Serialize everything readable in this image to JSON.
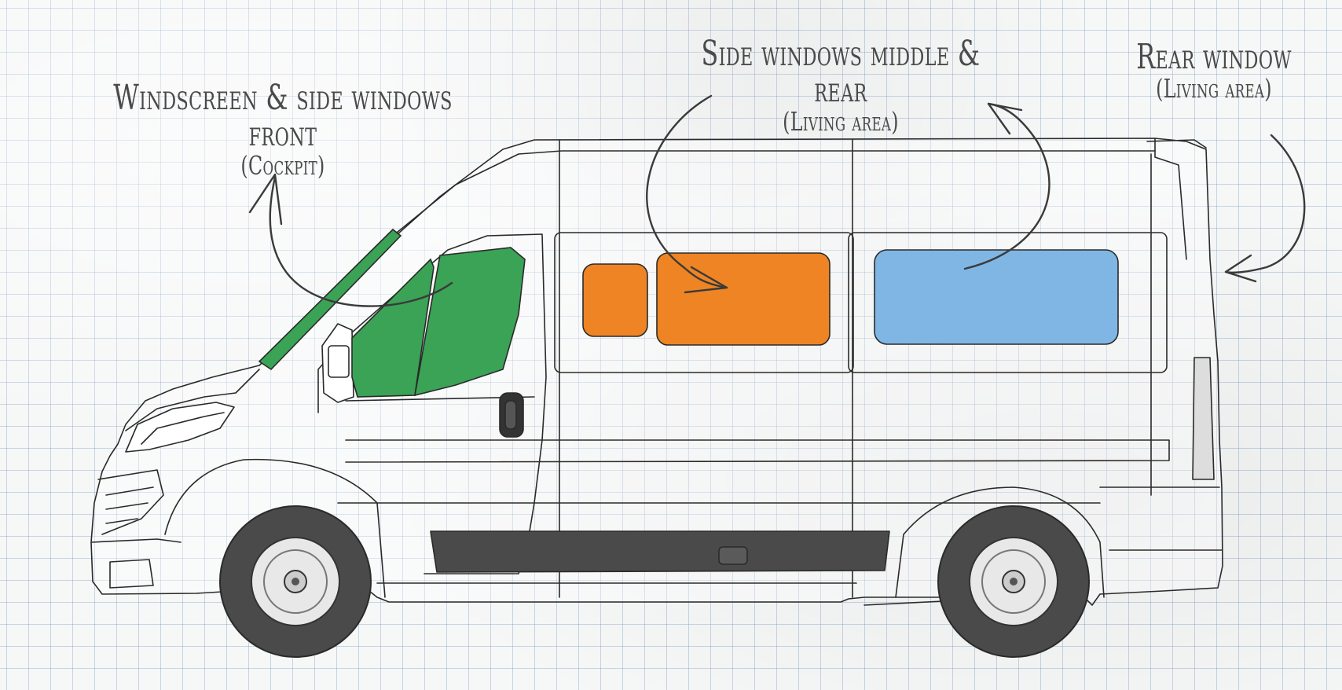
{
  "labels": {
    "front": {
      "title": "Windscreen & side windows front",
      "sub": "(Cockpit)"
    },
    "side": {
      "title": "Side windows middle & rear",
      "sub": "(Living area)"
    },
    "rear": {
      "title": "Rear window",
      "sub": "(Living area)"
    }
  },
  "colors": {
    "cockpit_windows": "#3aa356",
    "middle_windows": "#ee8424",
    "rear_side_window": "#7fb6e4",
    "outline": "#2a2a2a",
    "tyre": "#4a4a4a",
    "grid": "#8fb0d0"
  }
}
